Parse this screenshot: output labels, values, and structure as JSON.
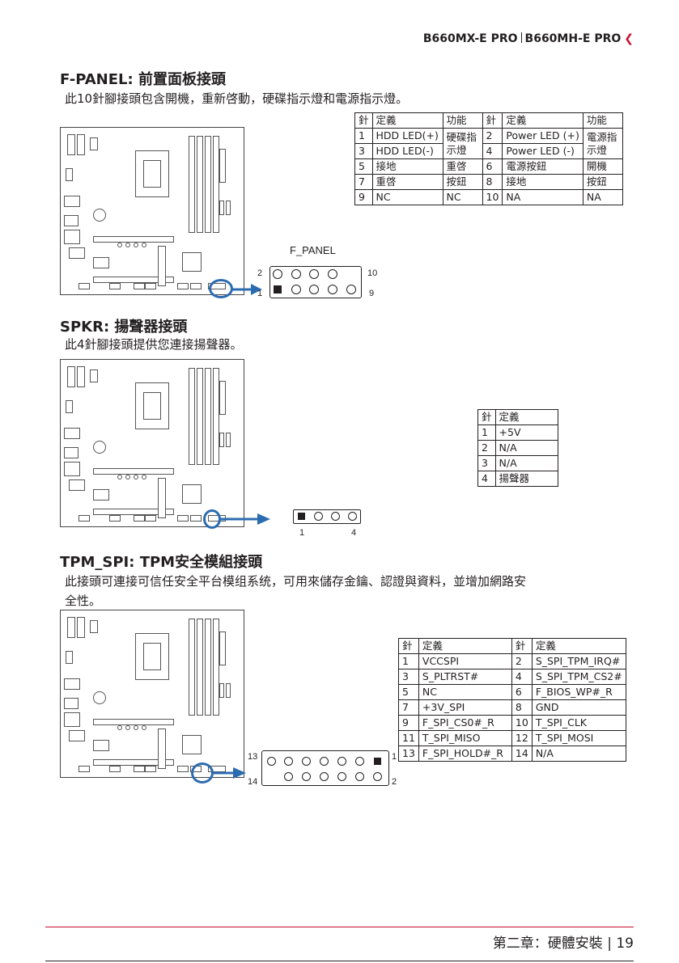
{
  "header": {
    "model_a": "B660MX-E PRO",
    "model_b": "B660MH-E PRO"
  },
  "fpanel": {
    "title": "F-PANEL: 前置面板接頭",
    "desc": "此10針腳接頭包含開機，重新啓動，硬碟指示燈和電源指示燈。",
    "header_label": "F_PANEL",
    "pin_labels": {
      "tl": "2",
      "bl": "1",
      "tr": "10",
      "br": "9"
    },
    "table": {
      "h": [
        "針",
        "定義",
        "功能",
        "針",
        "定義",
        "功能"
      ],
      "r1": [
        "1",
        "HDD LED(+)",
        "2",
        "Power LED (+)"
      ],
      "r2": [
        "3",
        "HDD LED(-)",
        "4",
        "Power LED (-)"
      ],
      "f1a": "硬碟指",
      "f1b": "示燈",
      "f2a": "電源指",
      "f2b": "示燈",
      "r3": [
        "5",
        "接地",
        "重啓",
        "6",
        "電源按鈕",
        "開機"
      ],
      "r4": [
        "7",
        "重啓",
        "按鈕",
        "8",
        "接地",
        "按鈕"
      ],
      "r5": [
        "9",
        "NC",
        "NC",
        "10",
        "NA",
        "NA"
      ]
    }
  },
  "spkr": {
    "title": "SPKR: 揚聲器接頭",
    "desc": "此4針腳接頭提供您連接揚聲器。",
    "pin_labels": {
      "first": "1",
      "last": "4"
    },
    "table": {
      "h": [
        "針",
        "定義"
      ],
      "rows": [
        [
          "1",
          "+5V"
        ],
        [
          "2",
          "N/A"
        ],
        [
          "3",
          "N/A"
        ],
        [
          "4",
          "揚聲器"
        ]
      ]
    }
  },
  "tpm": {
    "title": "TPM_SPI: TPM安全模組接頭",
    "desc1": "此接頭可連接可信任安全平台模组系统，可用來儲存金鑰、認證與資料，並增加網路安",
    "desc2": "全性。",
    "pin_labels": {
      "tl": "13",
      "bl": "14",
      "tr": "1",
      "br": "2"
    },
    "table": {
      "h": [
        "針",
        "定義",
        "針",
        "定義"
      ],
      "rows": [
        [
          "1",
          "VCCSPI",
          "2",
          "S_SPI_TPM_IRQ#"
        ],
        [
          "3",
          "S_PLTRST#",
          "4",
          "S_SPI_TPM_CS2#"
        ],
        [
          "5",
          "NC",
          "6",
          "F_BIOS_WP#_R"
        ],
        [
          "7",
          "+3V_SPI",
          "8",
          "GND"
        ],
        [
          "9",
          "F_SPI_CS0#_R",
          "10",
          "T_SPI_CLK"
        ],
        [
          "11",
          "T_SPI_MISO",
          "12",
          "T_SPI_MOSI"
        ],
        [
          "13",
          "F_SPI_HOLD#_R",
          "14",
          "N/A"
        ]
      ]
    }
  },
  "footer": {
    "chapter": "第二章：硬體安裝",
    "page": "19"
  },
  "colors": {
    "accent": "#c8102e",
    "callout": "#2b6cb0",
    "text": "#231f20"
  }
}
